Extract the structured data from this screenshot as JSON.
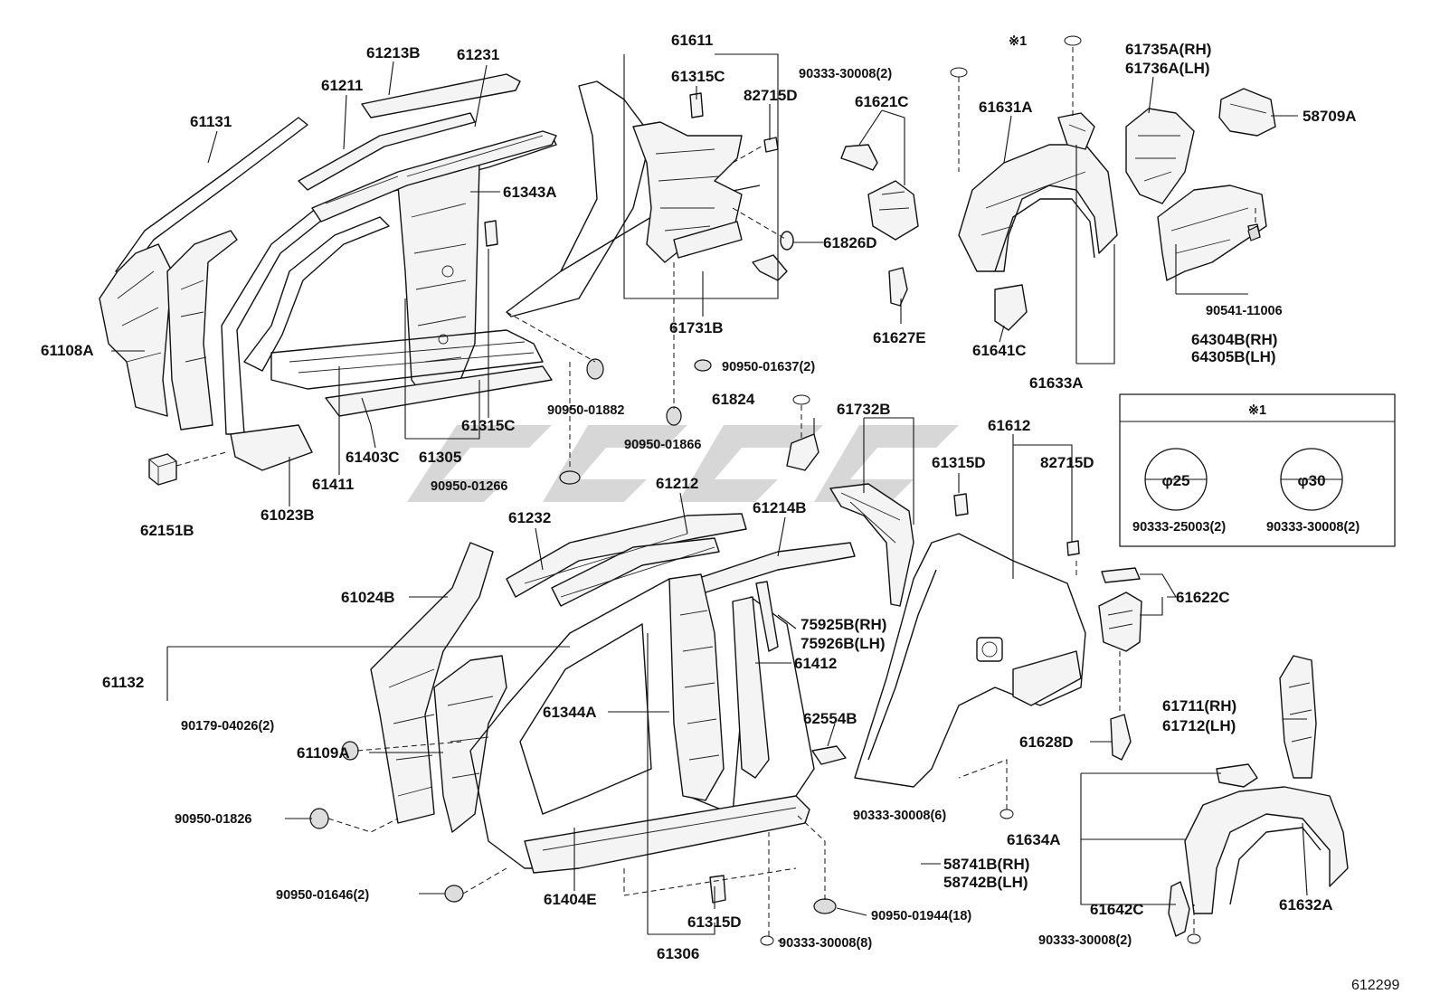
{
  "diagram_id": "612299",
  "legend_box": {
    "title": "※1",
    "items": [
      {
        "diameter": "φ25",
        "part": "90333-25003(2)"
      },
      {
        "diameter": "φ30",
        "part": "90333-30008(2)"
      }
    ]
  },
  "labels": {
    "l61611": "61611",
    "l61315C_a": "61315C",
    "l82715D_a": "82715D",
    "l61213B": "61213B",
    "l61231": "61231",
    "l61211": "61211",
    "l61131": "61131",
    "l61343A": "61343A",
    "l61108A": "61108A",
    "l61315C_b": "61315C",
    "l61403C": "61403C",
    "l61305": "61305",
    "l61411": "61411",
    "l61023B": "61023B",
    "l62151B": "62151B",
    "l61731B": "61731B",
    "l61826D": "61826D",
    "l61627E": "61627E",
    "l61621C": "61621C",
    "l90333_30008_2a": "90333-30008(2)",
    "l90950_01882": "90950-01882",
    "l90950_01866": "90950-01866",
    "l90950_01266": "90950-01266",
    "l90950_01637": "90950-01637(2)",
    "l61824": "61824",
    "lstar1": "※1",
    "l61631A": "61631A",
    "l61735A": "61735A(RH)",
    "l61736A": "61736A(LH)",
    "l58709A": "58709A",
    "l90541": "90541-11006",
    "l64304B": "64304B(RH)",
    "l64305B": "64305B(LH)",
    "l61641C": "61641C",
    "l61633A": "61633A",
    "l61732B": "61732B",
    "l61612": "61612",
    "l61315D_a": "61315D",
    "l82715D_b": "82715D",
    "l61212": "61212",
    "l61232": "61232",
    "l61214B": "61214B",
    "l61024B": "61024B",
    "l75925B": "75925B(RH)",
    "l75926B": "75926B(LH)",
    "l61412": "61412",
    "l61132": "61132",
    "l61344A": "61344A",
    "l90179": "90179-04026(2)",
    "l61109A": "61109A",
    "l62554B": "62554B",
    "l61622C": "61622C",
    "l61628D": "61628D",
    "l61711": "61711(RH)",
    "l61712": "61712(LH)",
    "l90950_01826": "90950-01826",
    "l90333_30008_6": "90333-30008(6)",
    "l61634A": "61634A",
    "l58741B": "58741B(RH)",
    "l58742B": "58742B(LH)",
    "l90950_01646": "90950-01646(2)",
    "l61404E": "61404E",
    "l61315D_b": "61315D",
    "l90950_01944": "90950-01944(18)",
    "l61642C": "61642C",
    "l61632A": "61632A",
    "l90333_30008_8": "90333-30008(8)",
    "l90333_30008_2b": "90333-30008(2)",
    "l61306": "61306"
  }
}
